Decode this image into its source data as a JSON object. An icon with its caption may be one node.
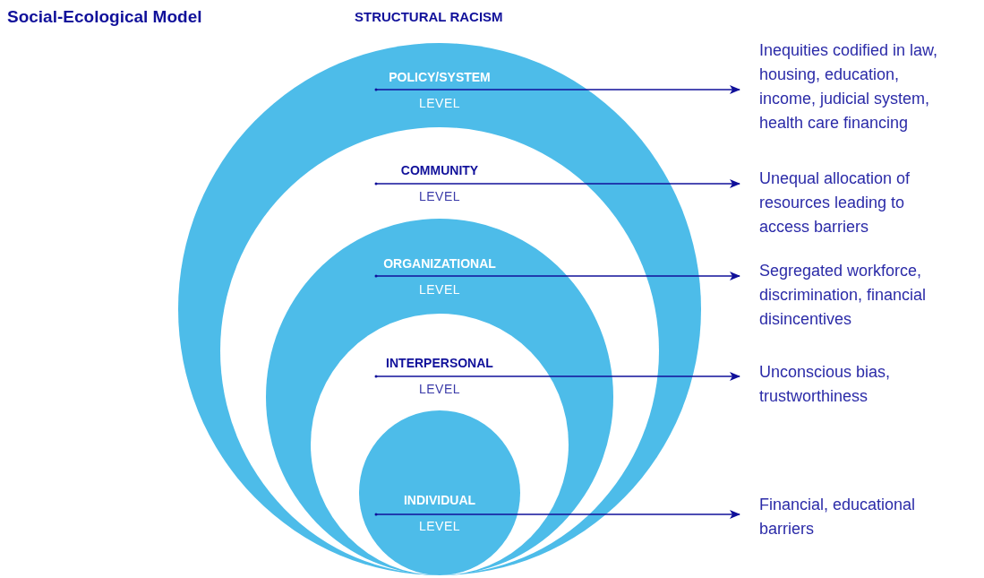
{
  "diagram": {
    "title": "Social-Ecological Model",
    "nodes": [
      {
        "text": [
          "POLICY/SYSTEM",
          "LEVEL"
        ]
      },
      {
        "text": [
          "COMMUNITY",
          "LEVEL"
        ],
        "in": 0
      },
      {
        "text": [
          "ORGANIZATIONAL",
          "LEVEL"
        ],
        "in": 1
      },
      {
        "text": [
          "INTERPERSONAL",
          "LEVEL"
        ],
        "in": 2
      },
      {
        "text": [
          "INDIVIDUAL",
          "LEVEL"
        ],
        "in": 3
      },
      {
        "text": [
          "Inequities codified in law, housing, education, income, judicial system, health care financing"
        ]
      },
      {
        "text": [
          "Unequal allocation of resources leading to access barriers"
        ]
      },
      {
        "text": [
          "Segregated workforce, discrimination, financial disincentives"
        ]
      },
      {
        "text": [
          "Unconscious bias, trustworthiness"
        ]
      },
      {
        "text": [
          "Financial, educational barriers"
        ]
      }
    ],
    "edges": [
      {
        "from": 0,
        "to": 5,
        "arrow": "to"
      },
      {
        "from": 1,
        "to": 6,
        "arrow": "to"
      },
      {
        "from": 2,
        "to": 7,
        "arrow": "to"
      },
      {
        "from": 3,
        "to": 8,
        "arrow": "to"
      },
      {
        "from": 4,
        "to": 9,
        "arrow": "to"
      }
    ],
    "labels": [
      "STRUCTURAL RACISM"
    ]
  }
}
